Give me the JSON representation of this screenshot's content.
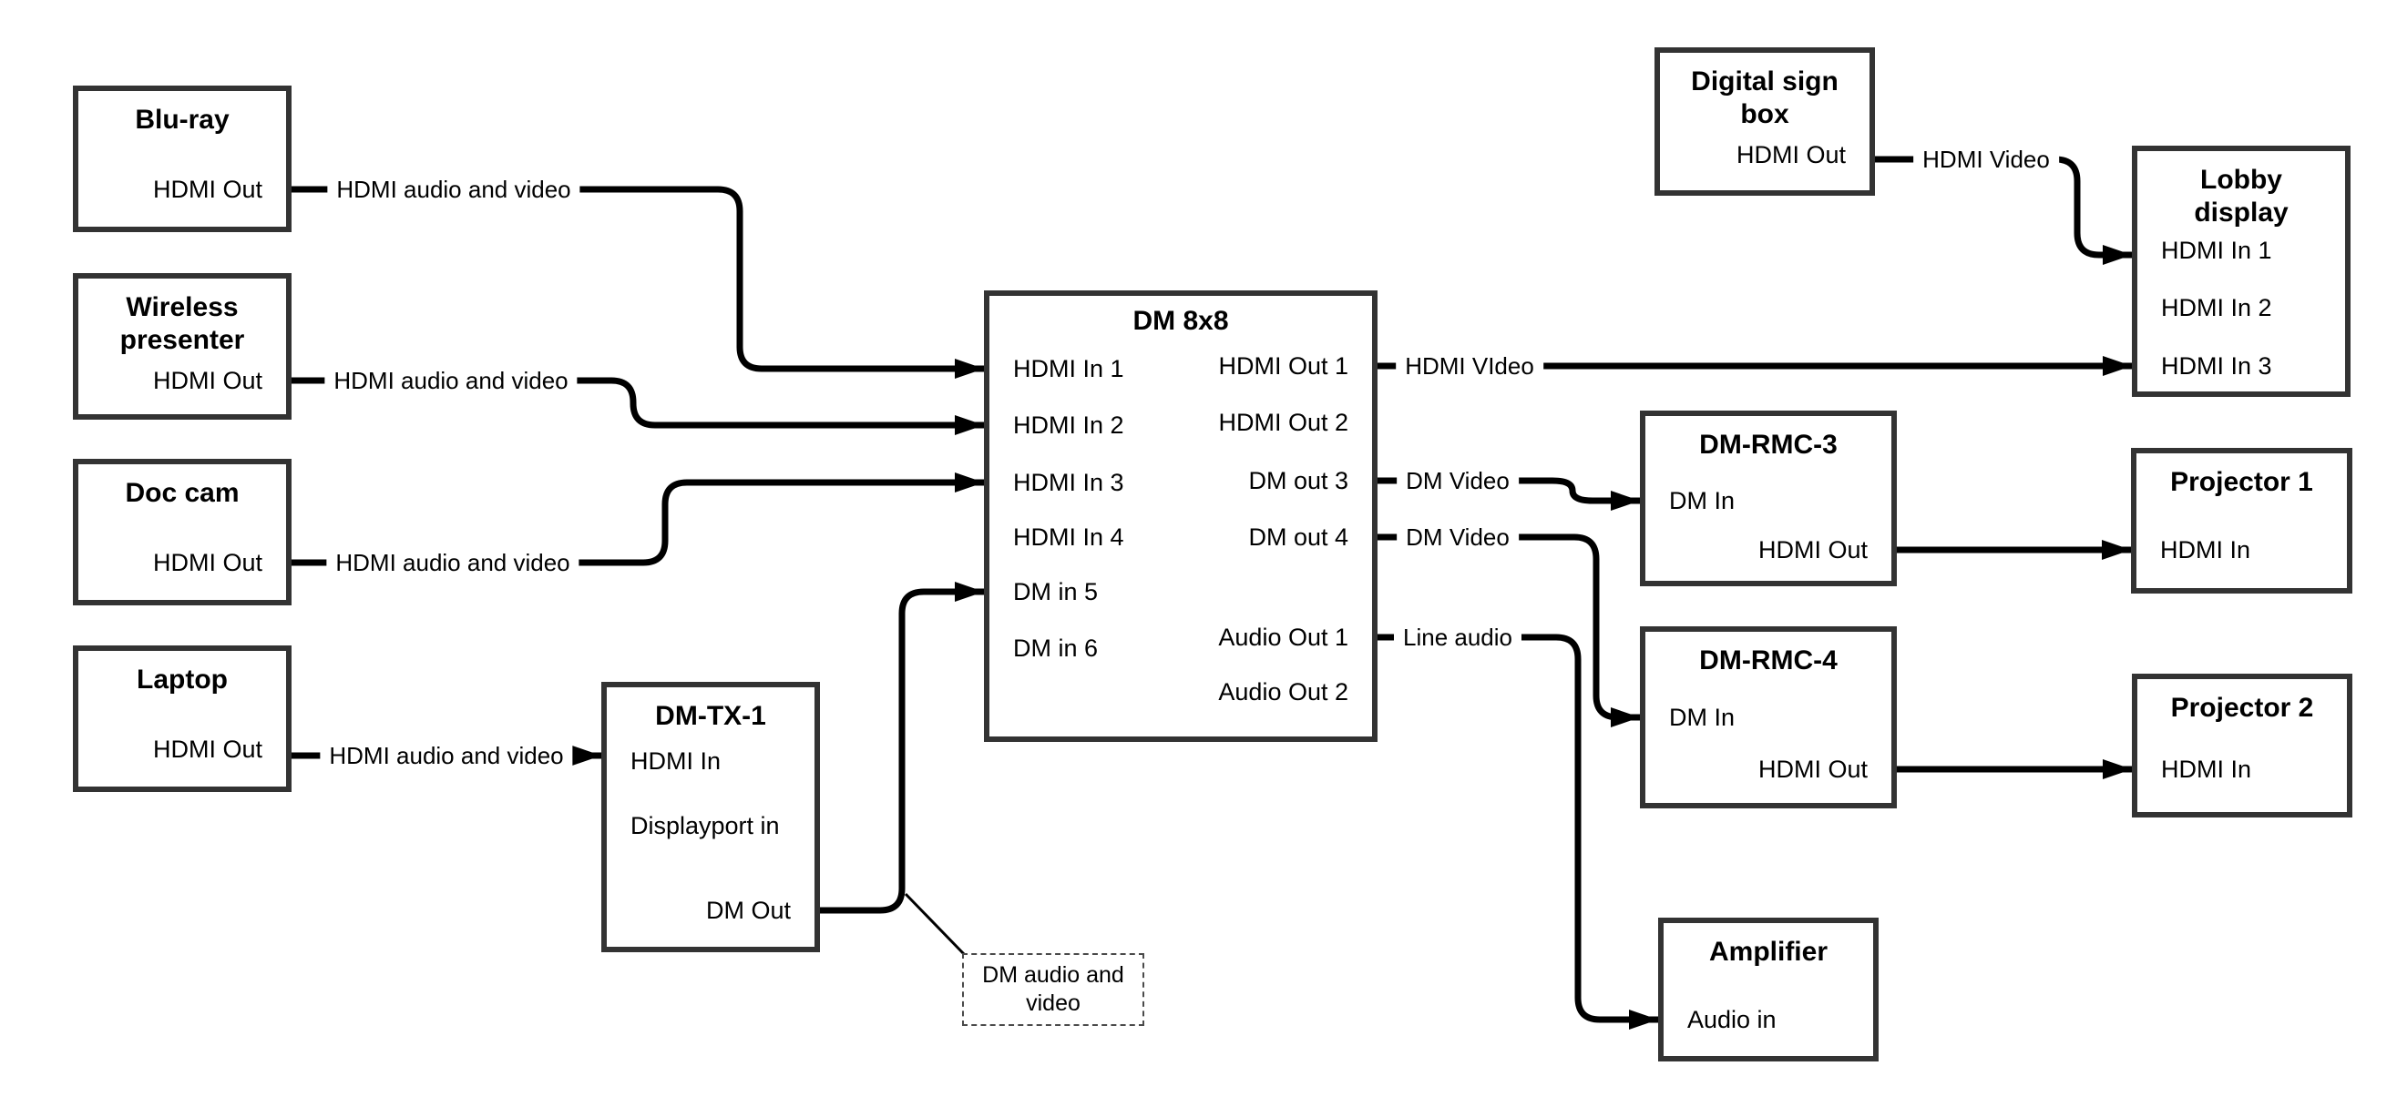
{
  "colors": {
    "wire": "#000000",
    "boxBorder": "#333333",
    "text": "#000000",
    "canvasBg": "#ffffff"
  },
  "devices": {
    "bluray": {
      "title": "Blu-ray",
      "port_out": "HDMI Out"
    },
    "wireless_presenter": {
      "title": "Wireless presenter",
      "port_out": "HDMI Out"
    },
    "doc_cam": {
      "title": "Doc cam",
      "port_out": "HDMI Out"
    },
    "laptop": {
      "title": "Laptop",
      "port_out": "HDMI Out"
    },
    "dm_tx_1": {
      "title": "DM-TX-1",
      "port_hdmi_in": "HDMI In",
      "port_displayport_in": "Displayport in",
      "port_dm_out": "DM Out"
    },
    "dm_8x8": {
      "title": "DM 8x8",
      "inputs": [
        "HDMI In 1",
        "HDMI In 2",
        "HDMI In 3",
        "HDMI In 4",
        "DM in 5",
        "DM in 6"
      ],
      "outputs": [
        "HDMI Out 1",
        "HDMI Out 2",
        "DM out 3",
        "DM out 4",
        "Audio Out 1",
        "Audio Out 2"
      ]
    },
    "digital_sign_box": {
      "title": "Digital sign box",
      "port_out": "HDMI Out"
    },
    "lobby_display": {
      "title": "Lobby display",
      "inputs": [
        "HDMI In 1",
        "HDMI In 2",
        "HDMI In 3"
      ]
    },
    "dm_rmc_3": {
      "title": "DM-RMC-3",
      "port_in": "DM In",
      "port_out": "HDMI Out"
    },
    "projector_1": {
      "title": "Projector 1",
      "port_in": "HDMI In"
    },
    "dm_rmc_4": {
      "title": "DM-RMC-4",
      "port_in": "DM In",
      "port_out": "HDMI Out"
    },
    "projector_2": {
      "title": "Projector 2",
      "port_in": "HDMI In"
    },
    "amplifier": {
      "title": "Amplifier",
      "port_in": "Audio in"
    }
  },
  "wire_labels": {
    "bluray_to_dm8x8": "HDMI audio and video",
    "wireless_to_dm8x8": "HDMI audio and video",
    "doccam_to_dm8x8": "HDMI audio and video",
    "laptop_to_dmtx1": "HDMI audio and video",
    "dm8x8_hdmi_out1_to_lobby": "HDMI VIdeo",
    "dm8x8_dm_out3_to_dmrmc3": "DM Video",
    "dm8x8_dm_out4_to_dmrmc4": "DM Video",
    "dm8x8_audio_out1_to_amplifier": "Line audio",
    "digital_sign_to_lobby": "HDMI Video"
  },
  "note": {
    "text": "DM audio and video"
  }
}
